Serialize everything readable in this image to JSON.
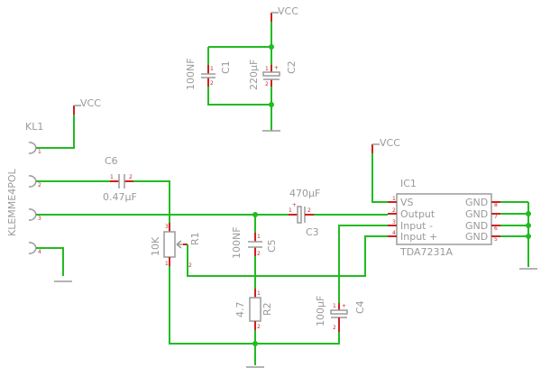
{
  "labels": {
    "vcc_c": "VCC",
    "vcc_kl": "VCC",
    "vcc_ic": "VCC",
    "c1_name": "C1",
    "c1_val": "100NF",
    "c2_name": "C2",
    "c2_val": "220µF",
    "kl1_name": "KL1",
    "kl1_val": "KLEMME4POL",
    "c6_name": "C6",
    "c6_val": "0.47µF",
    "r1_name": "R1",
    "r1_val": "10K",
    "c5_name": "C5",
    "c5_val": "100NF",
    "c3_val": "470µF",
    "c3_name": "C3",
    "r2_name": "R2",
    "r2_val": "4.7",
    "c4_name": "C4",
    "c4_val": "100µF",
    "ic1_name": "IC1",
    "ic1_val": "TDA7231A",
    "ic_vs": "VS",
    "ic_out": "Output",
    "ic_inm": "Input -",
    "ic_inp": "Input +",
    "ic_gnd1": "GND",
    "ic_gnd2": "GND",
    "ic_gnd3": "GND",
    "ic_gnd4": "GND"
  },
  "pins": {
    "kl1": "1",
    "kl2": "2",
    "kl3": "3",
    "kl4": "4",
    "c1a": "1",
    "c1b": "2",
    "c2a": "1",
    "c2b": "2",
    "c6a": "1",
    "c6b": "2",
    "r1a": "3",
    "r1b": "1",
    "r1c": "2",
    "c5a": "1",
    "c5b": "2",
    "c3a": "1",
    "c3b": "2",
    "r2a": "1",
    "r2b": "2",
    "c4a": "1",
    "c4b": "2",
    "ic1": "1",
    "ic2": "2",
    "ic3": "3",
    "ic4": "4",
    "ic8": "8",
    "ic7": "7",
    "ic6": "6",
    "ic5": "5"
  }
}
